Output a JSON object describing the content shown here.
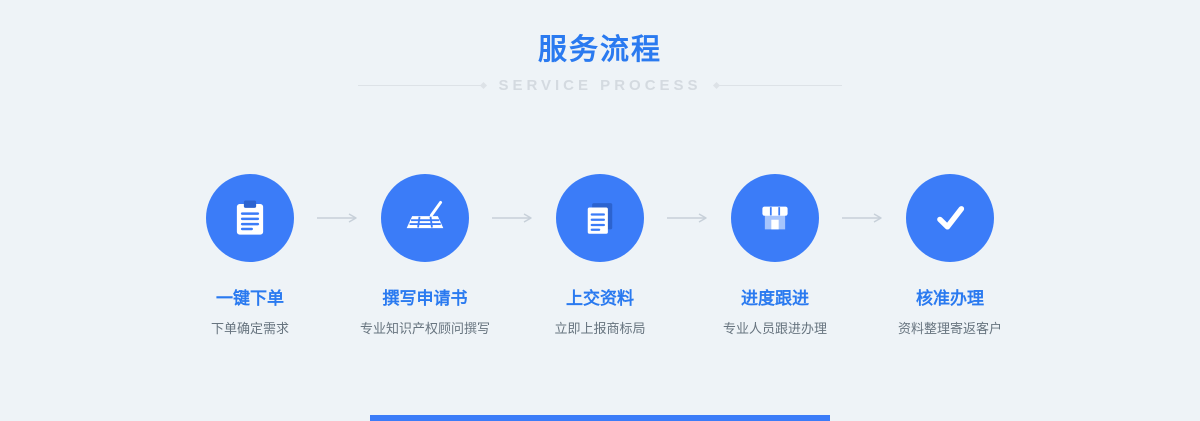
{
  "theme": {
    "background": "#eef3f7",
    "accent_blue": "#3b7cf8",
    "title_blue": "#2a7af0",
    "muted_subtitle": "#d4dae0",
    "desc_gray": "#67747f",
    "arrow_gray": "#c7d0d9"
  },
  "header": {
    "title": "服务流程",
    "subtitle": "SERVICE PROCESS"
  },
  "steps": [
    {
      "icon": "clipboard-icon",
      "label": "一键下单",
      "desc": "下单确定需求"
    },
    {
      "icon": "keyboard-icon",
      "label": "撰写申请书",
      "desc": "专业知识产权顾问撰写"
    },
    {
      "icon": "documents-icon",
      "label": "上交资料",
      "desc": "立即上报商标局"
    },
    {
      "icon": "storefront-icon",
      "label": "进度跟进",
      "desc": "专业人员跟进办理"
    },
    {
      "icon": "check-icon",
      "label": "核准办理",
      "desc": "资料整理寄返客户"
    }
  ]
}
